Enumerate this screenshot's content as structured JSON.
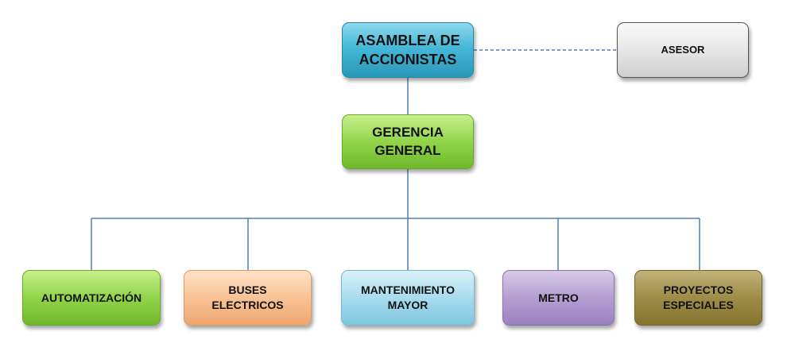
{
  "diagram": {
    "root": {
      "label": "ASAMBLEA DE\nACCIONISTAS",
      "color": "#45b8d8"
    },
    "advisor": {
      "label": "ASESOR",
      "color": "#e4e4e4"
    },
    "manager": {
      "label": "GERENCIA\nGENERAL",
      "color": "#92d44a"
    },
    "departments": [
      {
        "label": "AUTOMATIZACIÓN",
        "color": "#92d44a"
      },
      {
        "label": "BUSES\nELECTRICOS",
        "color": "#f9c396"
      },
      {
        "label": "MANTENIMIENTO\nMAYOR",
        "color": "#a8dcee"
      },
      {
        "label": "METRO",
        "color": "#b49fd1"
      },
      {
        "label": "PROYECTOS\nESPECIALES",
        "color": "#9e8c47"
      }
    ],
    "connector_color": "#4f7fb5"
  }
}
